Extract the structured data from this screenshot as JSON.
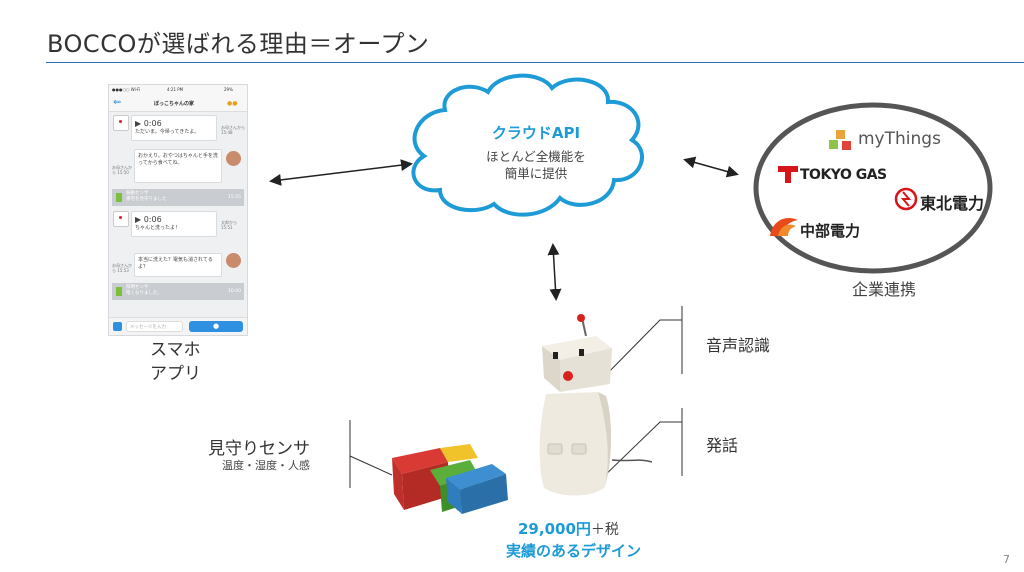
{
  "slide": {
    "title": "BOCCOが選ばれる理由＝オープン",
    "page_number": "7"
  },
  "phone": {
    "status_left": "●●●○○ Wi-Fi",
    "status_time": "4:21 PM",
    "status_right": "29%",
    "nav_title": "ぼっこちゃんの家",
    "messages": [
      {
        "duration": "0:06",
        "text": "ただいま。今帰ってきたよ。",
        "meta": "お母さんから 15:48"
      },
      {
        "text": "おかえり。おやつはちゃんと手を洗ってから食べてね。",
        "meta": "お母さんから 15:50"
      },
      {
        "sensor": "振動センサ",
        "sensor_text": "帰宅を見守りました",
        "meta": "15:55"
      },
      {
        "duration": "0:06",
        "text": "ちゃんと洗ったよ！",
        "meta": "太郎から 15:51"
      },
      {
        "text": "本当に洗えた？電気も消されてるよ？",
        "meta": "お母さんから 15:53"
      },
      {
        "sensor": "照明センサ",
        "sensor_text": "暗くなりました。",
        "meta": "16:00"
      }
    ],
    "input_placeholder": "メッセージを入力"
  },
  "labels": {
    "smartphone_app_line1": "スマホ",
    "smartphone_app_line2": "アプリ",
    "cloud_title": "クラウドAPI",
    "cloud_line1": "ほとんど全機能を",
    "cloud_line2": "簡単に提供",
    "partners_caption": "企業連携",
    "voice_recognition": "音声認識",
    "speech": "発話",
    "sensors_title": "見守りセンサ",
    "sensors_sub": "温度・湿度・人感",
    "price_main": "29,000円",
    "price_tax": "＋税",
    "design": "実績のあるデザイン"
  },
  "partners": {
    "mythings": "myThings",
    "tokyo_gas": "TOKYO GAS",
    "tohoku": "東北電力",
    "chubu": "中部電力"
  },
  "colors": {
    "accent": "#1e9bd7",
    "rule": "#2f6fb7",
    "tokyo_gas_red": "#d7141a",
    "chubu_red": "#e84a1a"
  }
}
